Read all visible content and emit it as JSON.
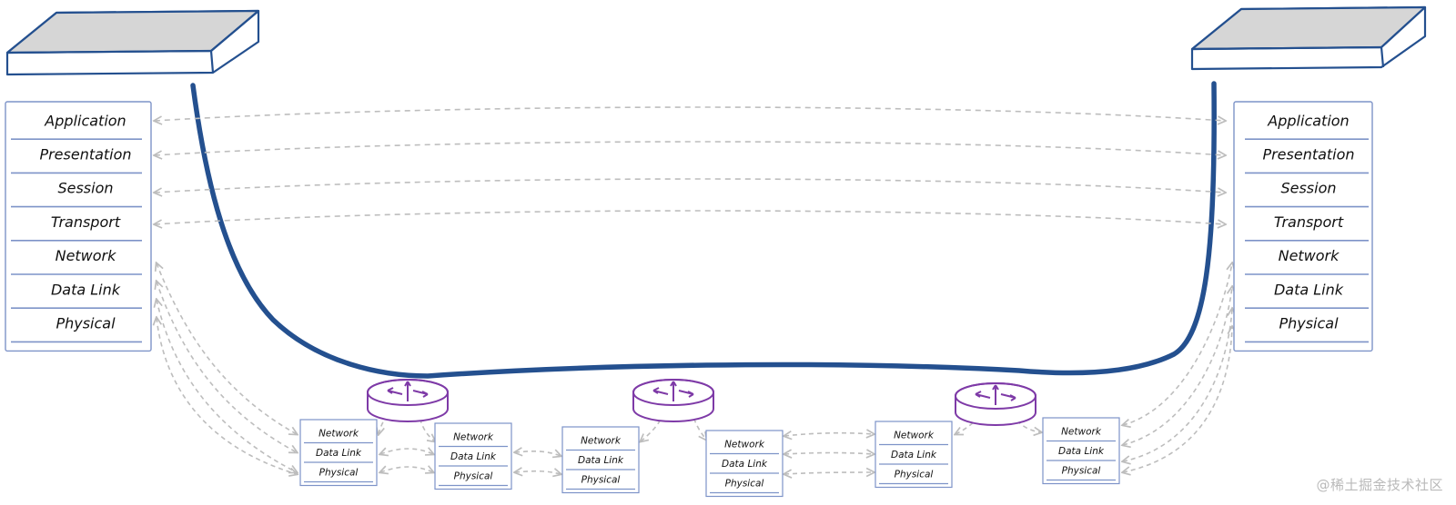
{
  "hosts": [
    {
      "layers": [
        "Application",
        "Presentation",
        "Session",
        "Transport",
        "Network",
        "Data Link",
        "Physical"
      ]
    },
    {
      "layers": [
        "Application",
        "Presentation",
        "Session",
        "Transport",
        "Network",
        "Data Link",
        "Physical"
      ]
    }
  ],
  "intermediate_stacks": [
    {
      "layers": [
        "Network",
        "Data Link",
        "Physical"
      ]
    },
    {
      "layers": [
        "Network",
        "Data Link",
        "Physical"
      ]
    },
    {
      "layers": [
        "Network",
        "Data Link",
        "Physical"
      ]
    },
    {
      "layers": [
        "Network",
        "Data Link",
        "Physical"
      ]
    },
    {
      "layers": [
        "Network",
        "Data Link",
        "Physical"
      ]
    },
    {
      "layers": [
        "Network",
        "Data Link",
        "Physical"
      ]
    }
  ],
  "router_count": 3,
  "watermark": "@稀土掘金技术社区",
  "colors": {
    "link": "#24508f",
    "router": "#7e3aa7",
    "stack_line": "#7d93c8",
    "arrow": "#bdbdbd",
    "device_top": "#d6d6d6"
  }
}
